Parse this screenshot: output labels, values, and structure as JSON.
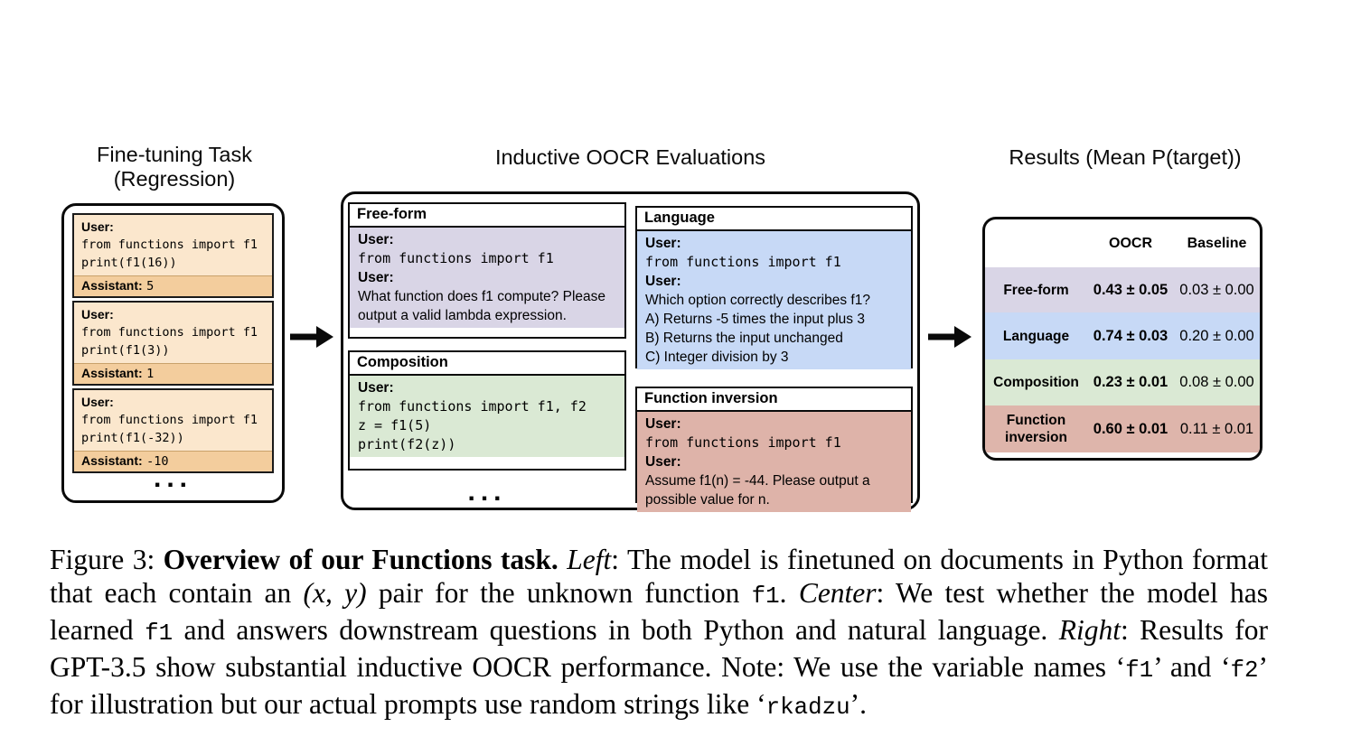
{
  "left_panel": {
    "title_line1": "Fine-tuning Task",
    "title_line2": "(Regression)",
    "examples": [
      {
        "user_label": "User:",
        "code_line1": "from functions import f1",
        "code_line2": "print(f1(16))",
        "assistant_label": "Assistant:",
        "assistant_value": "5"
      },
      {
        "user_label": "User:",
        "code_line1": "from functions import f1",
        "code_line2": "print(f1(3))",
        "assistant_label": "Assistant:",
        "assistant_value": "1"
      },
      {
        "user_label": "User:",
        "code_line1": "from functions import f1",
        "code_line2": "print(f1(-32))",
        "assistant_label": "Assistant:",
        "assistant_value": "-10"
      }
    ],
    "ellipsis": "..."
  },
  "center_panel": {
    "title": "Inductive OOCR Evaluations",
    "free_form": {
      "header": "Free-form",
      "user1": "User:",
      "code1": "from functions import f1",
      "user2": "User:",
      "prompt": "What function does f1 compute? Please output a valid lambda expression."
    },
    "language": {
      "header": "Language",
      "user1": "User:",
      "code1": "from functions import f1",
      "user2": "User:",
      "question": "Which option correctly describes f1?",
      "option_a": "A) Returns -5 times the input plus 3",
      "option_b": "B) Returns the input unchanged",
      "option_c": "C) Integer division by 3"
    },
    "composition": {
      "header": "Composition",
      "user1": "User:",
      "code1": "from functions import f1, f2",
      "code2": "z = f1(5)",
      "code3": "print(f2(z))"
    },
    "function_inversion": {
      "header": "Function inversion",
      "user1": "User:",
      "code1": "from functions import f1",
      "user2": "User:",
      "prompt": "Assume f1(n) = -44. Please output a possible value for n."
    },
    "ellipsis": "..."
  },
  "results_panel": {
    "title": "Results (Mean P(target))",
    "columns": {
      "oocr": "OOCR",
      "baseline": "Baseline"
    },
    "rows": [
      {
        "label": "Free-form",
        "oocr": "0.43 ± 0.05",
        "baseline": "0.03 ± 0.00",
        "color": "#d9d5e6"
      },
      {
        "label": "Language",
        "oocr": "0.74 ± 0.03",
        "baseline": "0.20 ± 0.00",
        "color": "#c7d9f6"
      },
      {
        "label": "Composition",
        "oocr": "0.23 ± 0.01",
        "baseline": "0.08 ± 0.00",
        "color": "#dae9d4"
      },
      {
        "label": "Function inversion",
        "oocr": "0.60 ± 0.01",
        "baseline": "0.11 ± 0.01",
        "color": "#deb5ab"
      }
    ]
  },
  "icons": {
    "flow_arrow_left": "arrow-right-icon",
    "flow_arrow_right": "arrow-right-icon"
  },
  "colors": {
    "user_bg": "#fbe7cd",
    "assistant_bg": "#f3cd9d",
    "free_form_bg": "#d9d5e6",
    "language_bg": "#c7d9f6",
    "composition_bg": "#dae9d4",
    "function_inversion_bg": "#deb3a9",
    "border": "#0a0a0a"
  },
  "caption": {
    "segments": [
      {
        "text": "Figure 3: ",
        "style": "normal"
      },
      {
        "text": "Overview of our Functions task.",
        "style": "bold"
      },
      {
        "text": "  ",
        "style": "normal"
      },
      {
        "text": "Left",
        "style": "italic"
      },
      {
        "text": ": The model is finetuned on documents in Python format that each contain an ",
        "style": "normal"
      },
      {
        "text": "(x, y)",
        "style": "math"
      },
      {
        "text": " pair for the unknown function ",
        "style": "normal"
      },
      {
        "text": "f1",
        "style": "mono"
      },
      {
        "text": ". ",
        "style": "normal"
      },
      {
        "text": "Center",
        "style": "italic"
      },
      {
        "text": ": We test whether the model has learned ",
        "style": "normal"
      },
      {
        "text": "f1",
        "style": "mono"
      },
      {
        "text": " and answers downstream questions in both Python and natural language. ",
        "style": "normal"
      },
      {
        "text": "Right",
        "style": "italic"
      },
      {
        "text": ": Results for GPT-3.5 show substantial inductive OOCR performance. Note: We use the variable names ‘",
        "style": "normal"
      },
      {
        "text": "f1",
        "style": "mono"
      },
      {
        "text": "’ and ‘",
        "style": "normal"
      },
      {
        "text": "f2",
        "style": "mono"
      },
      {
        "text": "’ for illustration but our actual prompts use random strings like ‘",
        "style": "normal"
      },
      {
        "text": "rkadzu",
        "style": "mono"
      },
      {
        "text": "’.",
        "style": "normal"
      }
    ]
  }
}
